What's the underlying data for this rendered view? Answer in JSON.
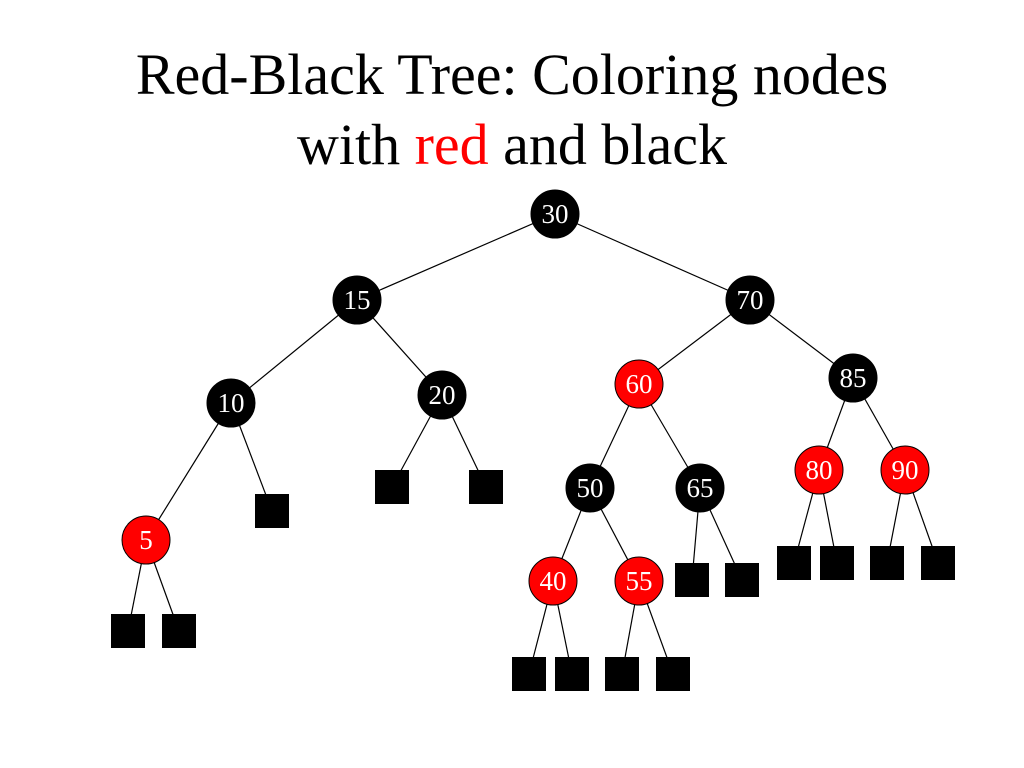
{
  "title": {
    "line1": "Red-Black Tree: Coloring nodes",
    "line2_prefix": "with ",
    "line2_red": "red",
    "line2_suffix": " and black"
  },
  "colors": {
    "red": "#ff0000",
    "black": "#000000",
    "white": "#ffffff"
  },
  "tree": {
    "nodes": [
      {
        "id": "n30",
        "label": "30",
        "color": "black"
      },
      {
        "id": "n15",
        "label": "15",
        "color": "black"
      },
      {
        "id": "n70",
        "label": "70",
        "color": "black"
      },
      {
        "id": "n10",
        "label": "10",
        "color": "black"
      },
      {
        "id": "n20",
        "label": "20",
        "color": "black"
      },
      {
        "id": "n60",
        "label": "60",
        "color": "red"
      },
      {
        "id": "n85",
        "label": "85",
        "color": "black"
      },
      {
        "id": "n5",
        "label": "5",
        "color": "red"
      },
      {
        "id": "n50",
        "label": "50",
        "color": "black"
      },
      {
        "id": "n65",
        "label": "65",
        "color": "black"
      },
      {
        "id": "n80",
        "label": "80",
        "color": "red"
      },
      {
        "id": "n90",
        "label": "90",
        "color": "red"
      },
      {
        "id": "n40",
        "label": "40",
        "color": "red"
      },
      {
        "id": "n55",
        "label": "55",
        "color": "red"
      }
    ],
    "nil_leaves": [
      {
        "id": "nil-5-l",
        "parent": "n5"
      },
      {
        "id": "nil-5-r",
        "parent": "n5"
      },
      {
        "id": "nil-10-r",
        "parent": "n10"
      },
      {
        "id": "nil-20-l",
        "parent": "n20"
      },
      {
        "id": "nil-20-r",
        "parent": "n20"
      },
      {
        "id": "nil-40-l",
        "parent": "n40"
      },
      {
        "id": "nil-40-r",
        "parent": "n40"
      },
      {
        "id": "nil-55-l",
        "parent": "n55"
      },
      {
        "id": "nil-55-r",
        "parent": "n55"
      },
      {
        "id": "nil-65-l",
        "parent": "n65"
      },
      {
        "id": "nil-65-r",
        "parent": "n65"
      },
      {
        "id": "nil-80-l",
        "parent": "n80"
      },
      {
        "id": "nil-80-r",
        "parent": "n80"
      },
      {
        "id": "nil-90-l",
        "parent": "n90"
      },
      {
        "id": "nil-90-r",
        "parent": "n90"
      }
    ],
    "edges": [
      [
        "n30",
        "n15"
      ],
      [
        "n30",
        "n70"
      ],
      [
        "n15",
        "n10"
      ],
      [
        "n15",
        "n20"
      ],
      [
        "n70",
        "n60"
      ],
      [
        "n70",
        "n85"
      ],
      [
        "n10",
        "n5"
      ],
      [
        "n10",
        "nil-10-r"
      ],
      [
        "n20",
        "nil-20-l"
      ],
      [
        "n20",
        "nil-20-r"
      ],
      [
        "n60",
        "n50"
      ],
      [
        "n60",
        "n65"
      ],
      [
        "n85",
        "n80"
      ],
      [
        "n85",
        "n90"
      ],
      [
        "n5",
        "nil-5-l"
      ],
      [
        "n5",
        "nil-5-r"
      ],
      [
        "n50",
        "n40"
      ],
      [
        "n50",
        "n55"
      ],
      [
        "n65",
        "nil-65-l"
      ],
      [
        "n65",
        "nil-65-r"
      ],
      [
        "n80",
        "nil-80-l"
      ],
      [
        "n80",
        "nil-80-r"
      ],
      [
        "n90",
        "nil-90-l"
      ],
      [
        "n90",
        "nil-90-r"
      ],
      [
        "n40",
        "nil-40-l"
      ],
      [
        "n40",
        "nil-40-r"
      ],
      [
        "n55",
        "nil-55-l"
      ],
      [
        "n55",
        "nil-55-r"
      ]
    ]
  }
}
